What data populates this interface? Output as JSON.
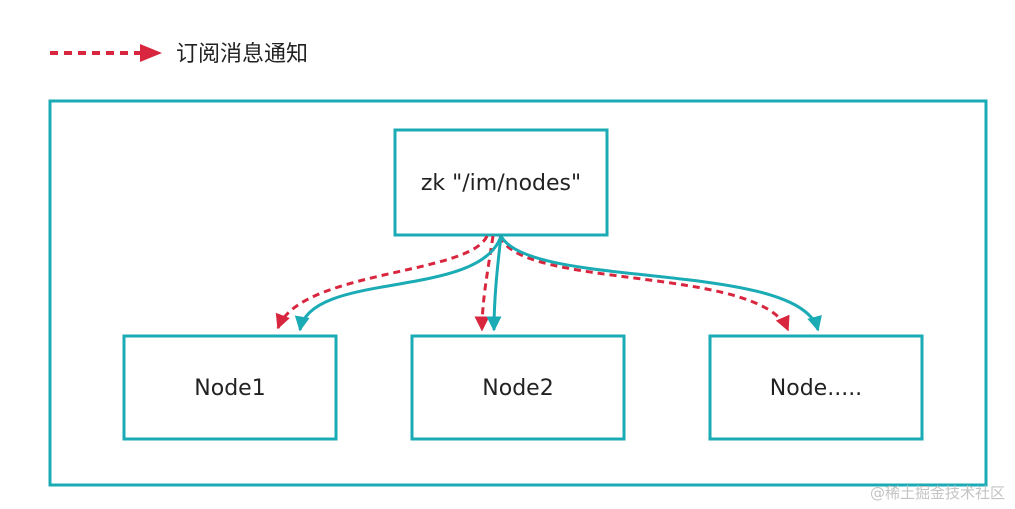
{
  "legend": {
    "label": "订阅消息通知",
    "line_style": "dashed-arrow",
    "color": "#d9263f"
  },
  "colors": {
    "box_stroke": "#1aabb5",
    "notify_arrow": "#d9263f",
    "watch_arrow": "#1aabb5"
  },
  "zk": {
    "label": "zk \"/im/nodes\""
  },
  "nodes": [
    {
      "label": "Node1"
    },
    {
      "label": "Node2"
    },
    {
      "label": "Node....."
    }
  ],
  "watermark": "@稀土掘金技术社区"
}
